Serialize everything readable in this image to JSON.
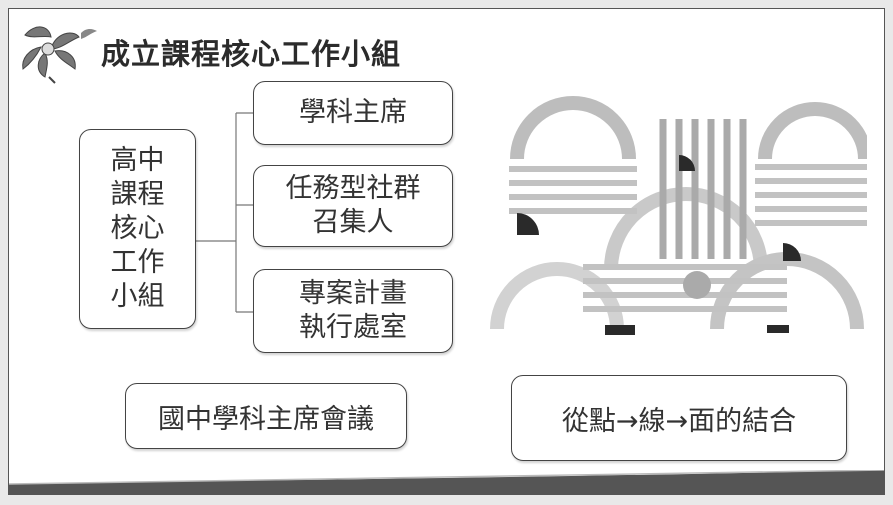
{
  "slide": {
    "title": "成立課程核心工作小組",
    "group_box": {
      "lines": [
        "高中",
        "課程",
        "核心",
        "工作",
        "小組"
      ]
    },
    "branches": [
      {
        "lines": [
          "學科主席"
        ]
      },
      {
        "lines": [
          "任務型社群",
          "召集人"
        ]
      },
      {
        "lines": [
          "專案計畫",
          "執行處室"
        ]
      }
    ],
    "bottom_left": "國中學科主席會議",
    "bottom_right": "從點→線→面的結合"
  },
  "colors": {
    "art_gray": "#b9b9b9",
    "art_light": "#d6d6d6",
    "art_dark": "#2a2a2a",
    "footer": "#555555"
  }
}
